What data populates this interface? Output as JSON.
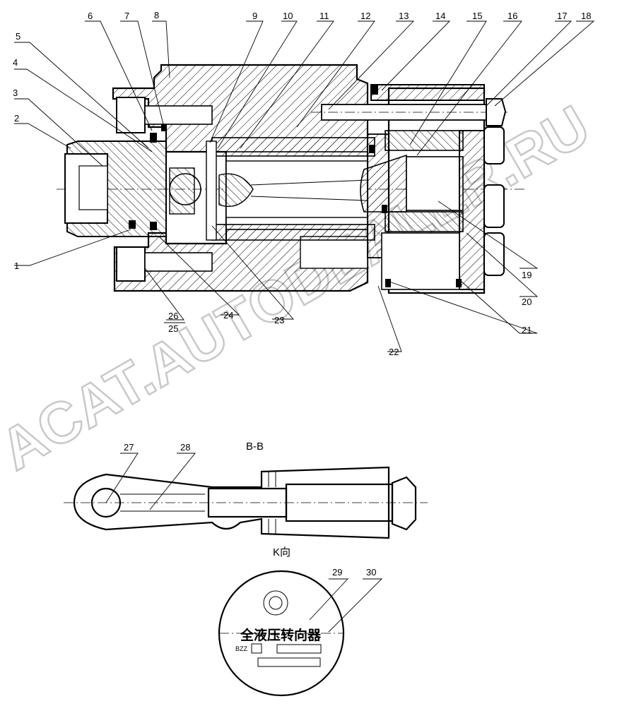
{
  "drawing": {
    "part_numbers": [
      "1",
      "2",
      "3",
      "4",
      "5",
      "6",
      "7",
      "8",
      "9",
      "10",
      "11",
      "12",
      "13",
      "14",
      "15",
      "16",
      "17",
      "18",
      "19",
      "20",
      "21",
      "22",
      "23",
      "24",
      "25",
      "26",
      "27",
      "28",
      "29",
      "30"
    ]
  },
  "views": {
    "section_title": "B-B",
    "view_title": "K向"
  },
  "nameplate": {
    "title": "全液压转向器",
    "model_prefix": "BZZ"
  },
  "watermark": {
    "text": "ACAT.AUTODEALER.RU"
  }
}
